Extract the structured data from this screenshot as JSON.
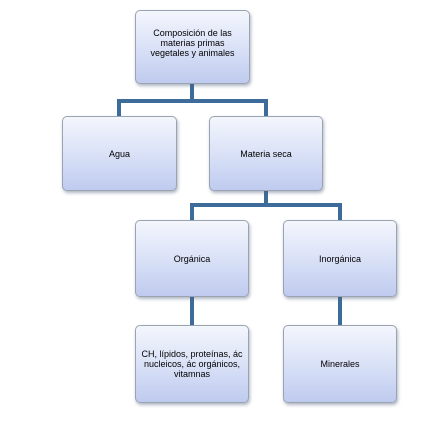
{
  "diagram": {
    "root": {
      "label": "Composición de las materias primas vegetales y animales"
    },
    "level1": {
      "agua": "Agua",
      "materia_seca": "Materia seca"
    },
    "level2": {
      "organica": "Orgánica",
      "inorganica": "Inorgánica"
    },
    "level3": {
      "compuestos_organicos": "CH, lípidos, proteínas, ác nucleicos, ác orgánicos, vitamnas",
      "minerales": "Minerales"
    },
    "colors": {
      "connector": "#3d6c9a",
      "node_fill_top": "#f4f6fd",
      "node_fill_bottom": "#bfcbef",
      "node_border": "#9aa3b0"
    }
  }
}
